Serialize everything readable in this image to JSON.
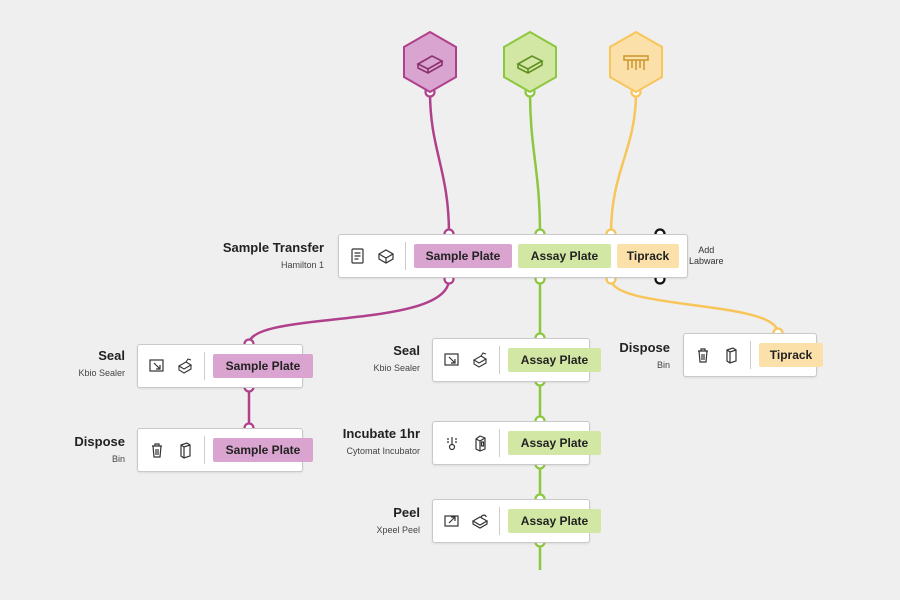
{
  "colors": {
    "sample": "#b0408c",
    "assay": "#8dc63f",
    "tiprack": "#f7c55a",
    "sample_fill": "#d9a4cf",
    "assay_fill": "#d2e7a4",
    "tiprack_fill": "#fbe0a9"
  },
  "sources": [
    {
      "name": "sample-plate-source",
      "color": "#b0408c",
      "fill": "#d9a4cf",
      "icon": "plate-icon"
    },
    {
      "name": "assay-plate-source",
      "color": "#8dc63f",
      "fill": "#d2e7a4",
      "icon": "plate-icon"
    },
    {
      "name": "tiprack-source",
      "color": "#f7c55a",
      "fill": "#fbe0a9",
      "icon": "tiprack-icon"
    }
  ],
  "steps": {
    "sample_transfer": {
      "title": "Sample Transfer",
      "device": "Hamilton 1",
      "icons": [
        "protocol-icon",
        "liquid-handler-icon"
      ],
      "chips": [
        "Sample Plate",
        "Assay Plate",
        "Tiprack"
      ],
      "add_labware": "Add Labware"
    },
    "seal_sample": {
      "title": "Seal",
      "device": "Kbio Sealer",
      "icons": [
        "seal-icon",
        "sealer-device-icon"
      ],
      "chip": "Sample Plate"
    },
    "dispose_sample": {
      "title": "Dispose",
      "device": "Bin",
      "icons": [
        "trash-icon",
        "bin-icon"
      ],
      "chip": "Sample Plate"
    },
    "seal_assay": {
      "title": "Seal",
      "device": "Kbio Sealer",
      "icons": [
        "seal-icon",
        "sealer-device-icon"
      ],
      "chip": "Assay Plate"
    },
    "incubate": {
      "title": "Incubate 1hr",
      "device": "Cytomat Incubator",
      "icons": [
        "thermometer-icon",
        "incubator-icon"
      ],
      "chip": "Assay Plate"
    },
    "peel": {
      "title": "Peel",
      "device": "Xpeel Peel",
      "icons": [
        "peel-icon",
        "peeler-device-icon"
      ],
      "chip": "Assay Plate"
    },
    "dispose_tiprack": {
      "title": "Dispose",
      "device": "Bin",
      "icons": [
        "trash-icon",
        "bin-icon"
      ],
      "chip": "Tiprack"
    }
  }
}
